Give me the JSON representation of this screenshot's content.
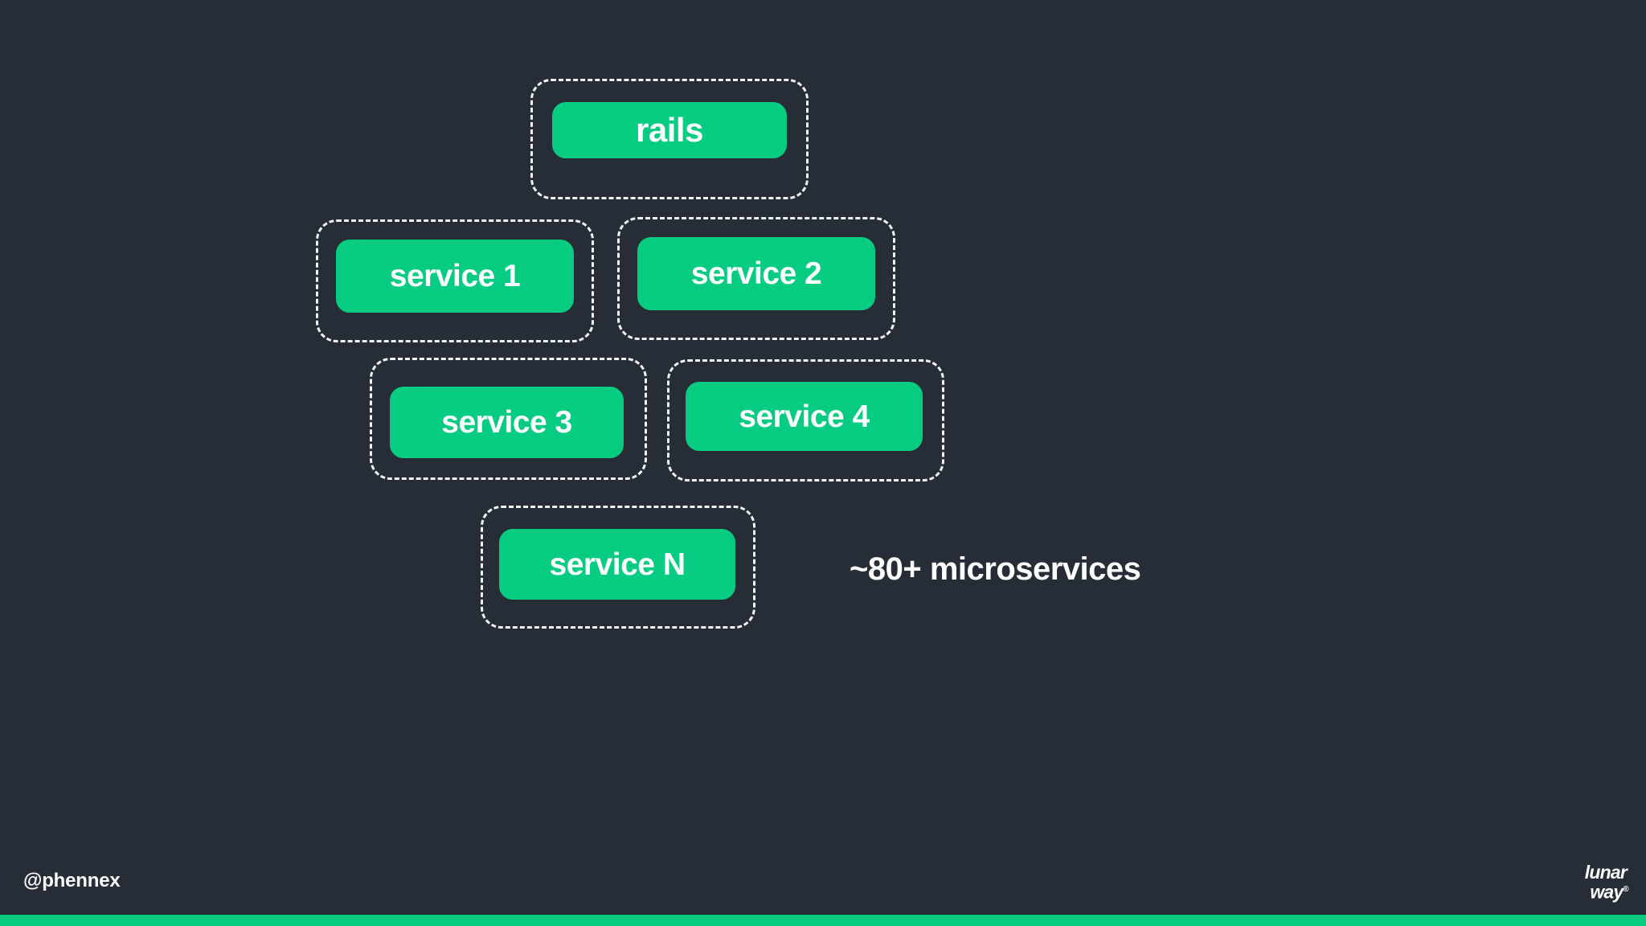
{
  "slide": {
    "background_color": "#262d36",
    "accent_color": "#06cc82",
    "text_color": "#ffffff",
    "dash_color": "#f2f4f6"
  },
  "diagram": {
    "type": "service-architecture",
    "nodes": [
      {
        "id": "rails",
        "label": "rails",
        "row": 1
      },
      {
        "id": "service-1",
        "label": "service 1",
        "row": 2
      },
      {
        "id": "service-2",
        "label": "service 2",
        "row": 2
      },
      {
        "id": "service-3",
        "label": "service 3",
        "row": 3
      },
      {
        "id": "service-4",
        "label": "service 4",
        "row": 3
      },
      {
        "id": "service-n",
        "label": "service N",
        "row": 4
      }
    ]
  },
  "annotation": {
    "text": "~80+ microservices"
  },
  "footer": {
    "handle": "@phennex",
    "logo": {
      "line1": "lunar",
      "line2": "way",
      "registered_mark": "®"
    }
  }
}
